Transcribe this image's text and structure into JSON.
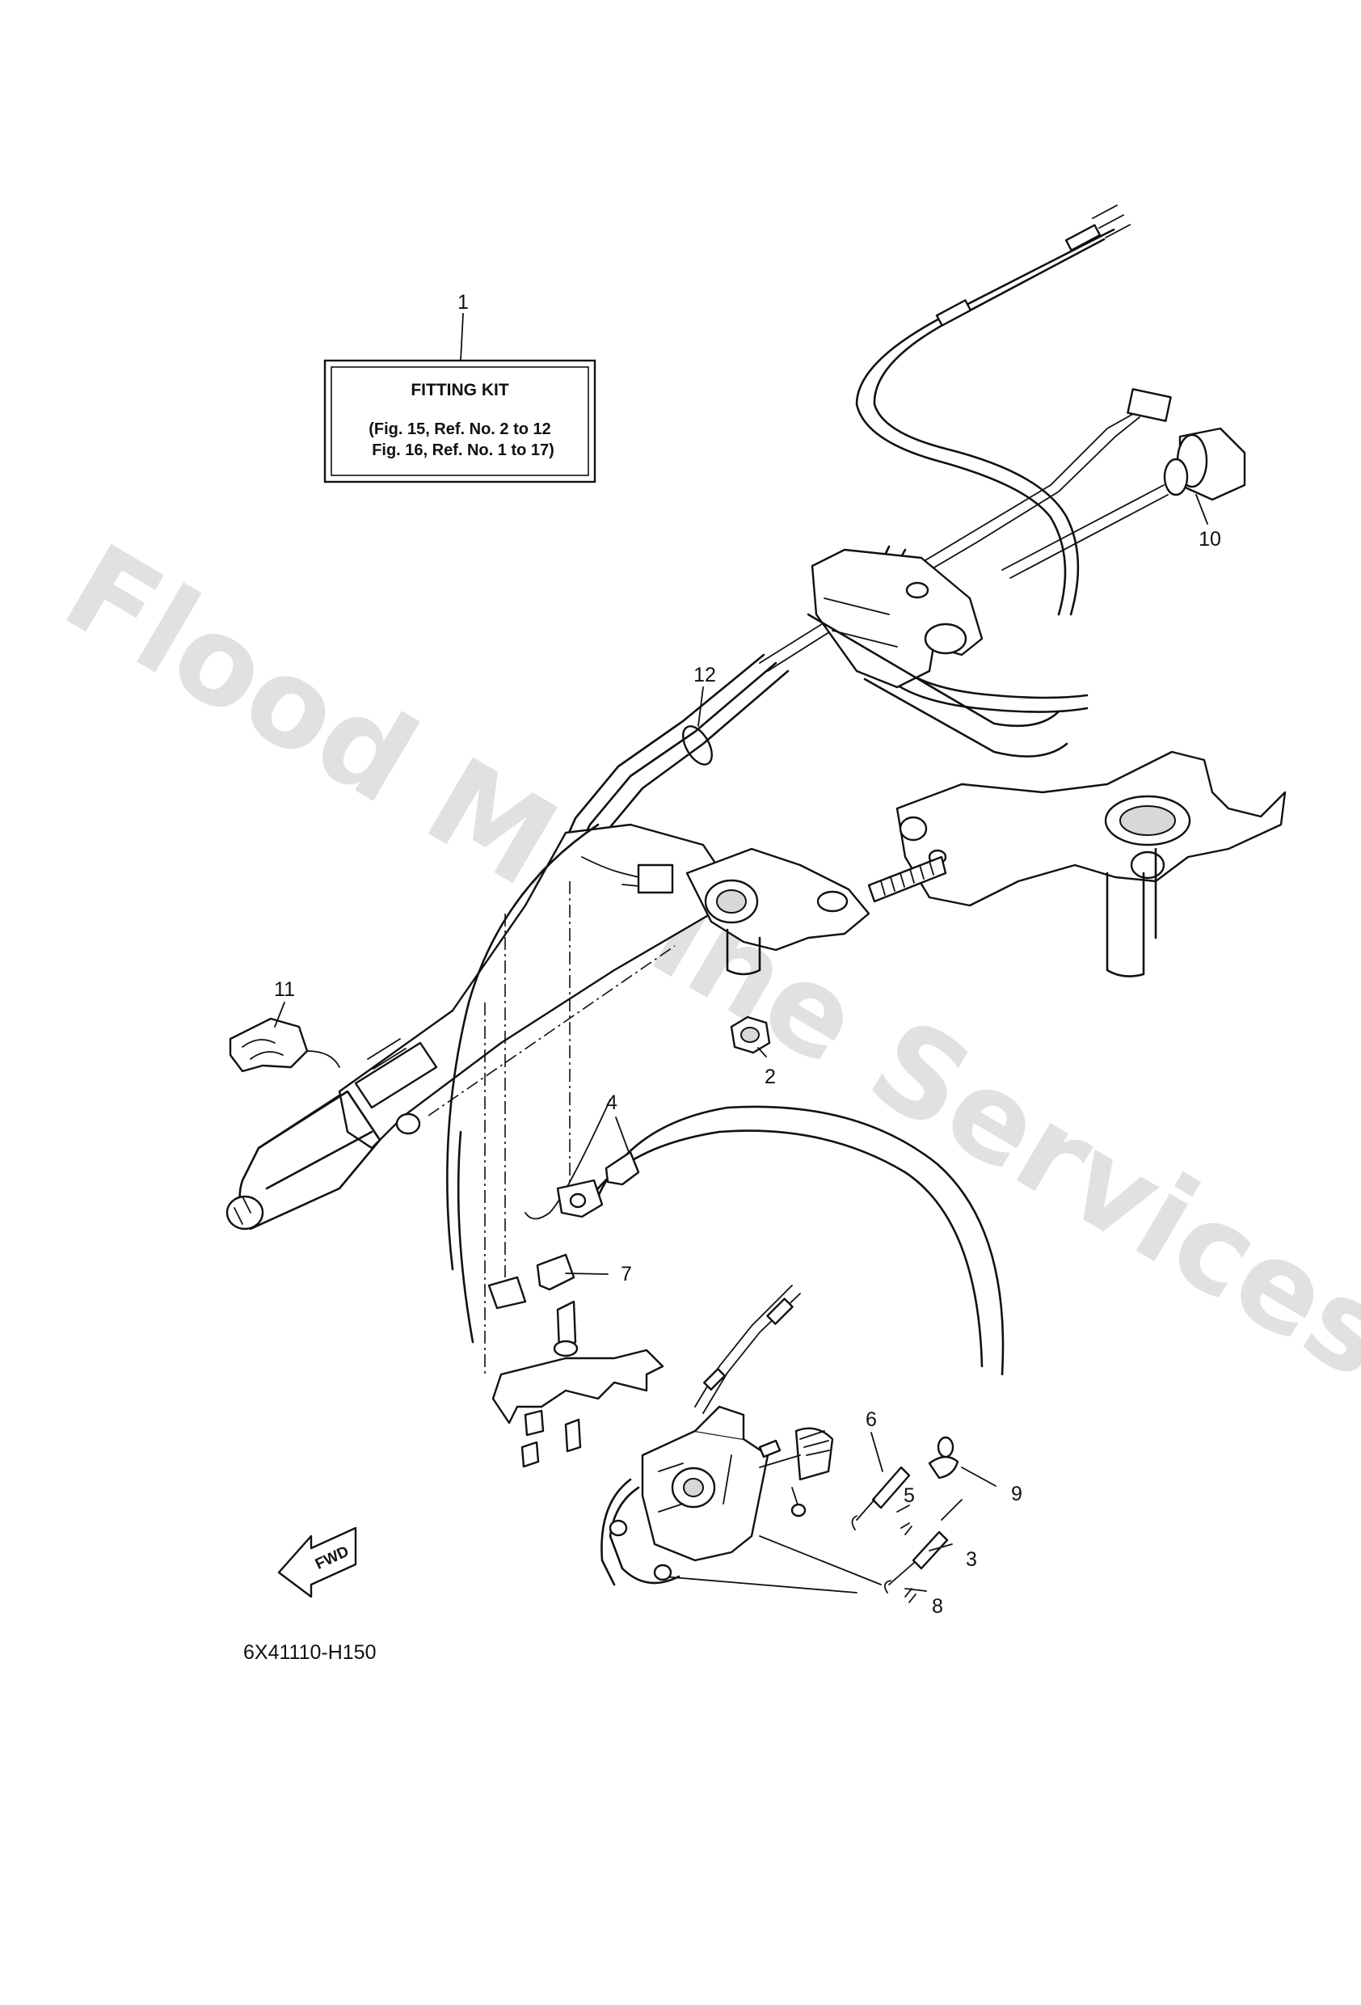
{
  "kit_box": {
    "title": "FITTING KIT",
    "line1": "(Fig. 15, Ref. No. 2 to 12",
    "line2": "Fig. 16, Ref. No. 1 to 17)"
  },
  "callouts": [
    "1",
    "2",
    "3",
    "4",
    "5",
    "6",
    "7",
    "8",
    "9",
    "10",
    "11",
    "12"
  ],
  "fwd_label": "FWD",
  "diagram_code": "6X41110-H150",
  "watermark": "Flood Marine Services",
  "colors": {
    "line": "#111111",
    "watermark": "#c9c9c9",
    "background": "#ffffff"
  }
}
